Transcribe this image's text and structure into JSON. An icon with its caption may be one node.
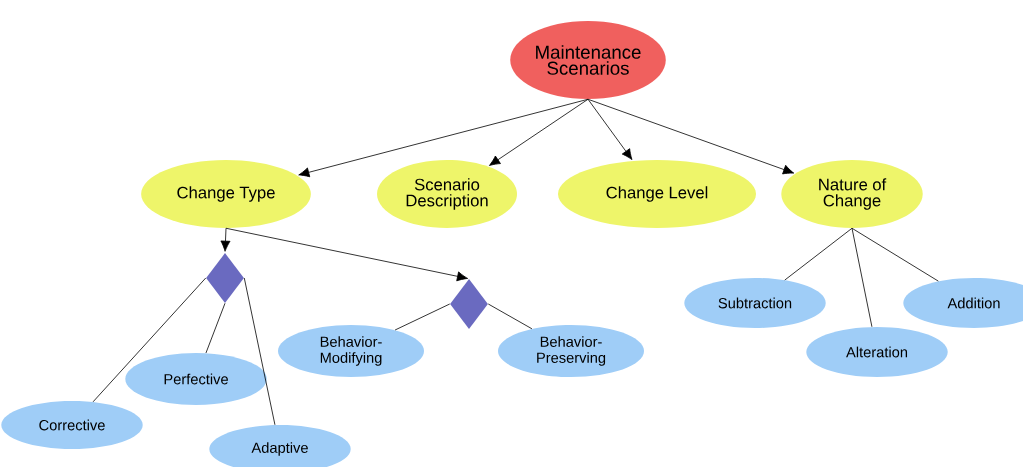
{
  "diagram": {
    "nodes": [
      {
        "text": [
          "Maintenance Scenarios"
        ]
      },
      {
        "text": [
          "Change Type"
        ]
      },
      {
        "text": [
          "Scenario Description"
        ]
      },
      {
        "text": [
          "Change Level"
        ]
      },
      {
        "text": [
          "Nature of Change"
        ]
      },
      {
        "text": [],
        "shape": "diamond"
      },
      {
        "text": [],
        "shape": "diamond"
      },
      {
        "text": [
          "Corrective"
        ]
      },
      {
        "text": [
          "Perfective"
        ]
      },
      {
        "text": [
          "Adaptive"
        ]
      },
      {
        "text": [
          "Behavior-Modifying"
        ]
      },
      {
        "text": [
          "Behavior-Preserving"
        ]
      },
      {
        "text": [
          "Subtraction"
        ]
      },
      {
        "text": [
          "Alteration"
        ]
      },
      {
        "text": [
          "Addition"
        ]
      }
    ],
    "edges": [
      {
        "from": 0,
        "to": 1,
        "arrow": "to"
      },
      {
        "from": 0,
        "to": 2,
        "arrow": "to"
      },
      {
        "from": 0,
        "to": 3,
        "arrow": "to"
      },
      {
        "from": 0,
        "to": 4,
        "arrow": "to"
      },
      {
        "from": 1,
        "to": 5,
        "arrow": "to"
      },
      {
        "from": 1,
        "to": 6,
        "arrow": "to"
      },
      {
        "from": 5,
        "to": 7,
        "arrow": "none"
      },
      {
        "from": 5,
        "to": 8,
        "arrow": "none"
      },
      {
        "from": 5,
        "to": 9,
        "arrow": "none"
      },
      {
        "from": 6,
        "to": 10,
        "arrow": "none"
      },
      {
        "from": 6,
        "to": 11,
        "arrow": "none"
      },
      {
        "from": 4,
        "to": 12,
        "arrow": "none"
      },
      {
        "from": 4,
        "to": 13,
        "arrow": "none"
      },
      {
        "from": 4,
        "to": 14,
        "arrow": "none"
      }
    ]
  }
}
